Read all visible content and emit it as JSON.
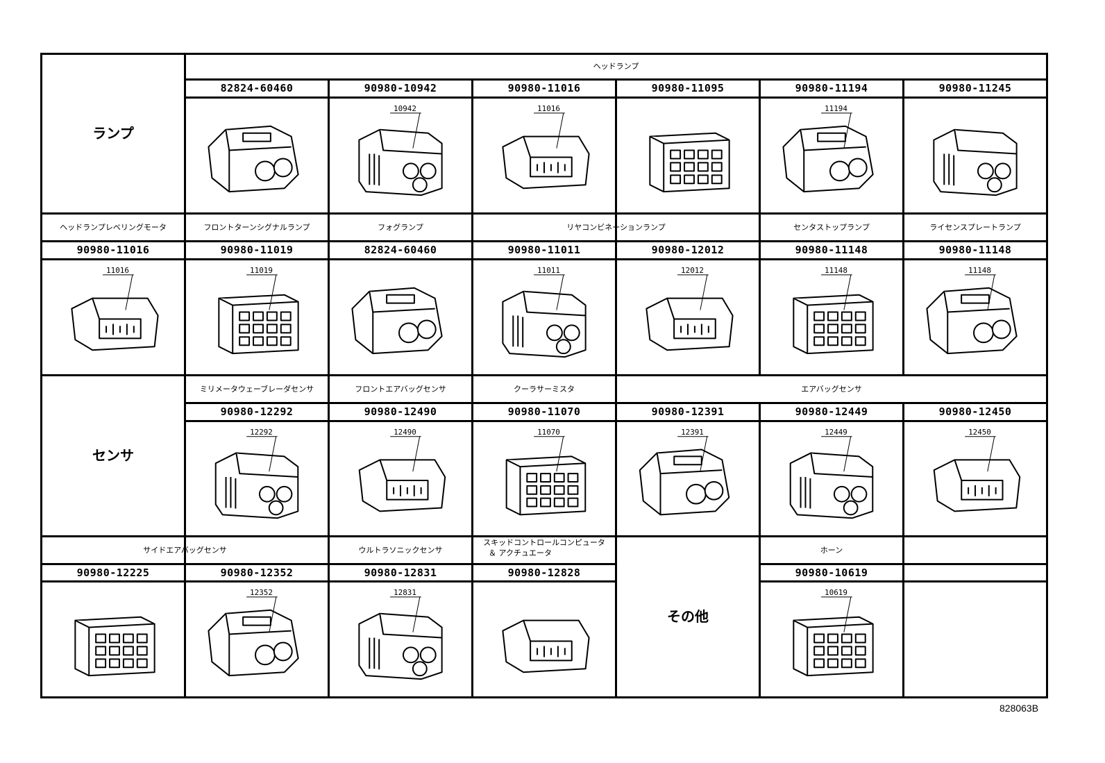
{
  "categories": {
    "lamp": "ランプ",
    "sensor": "センサ",
    "other": "その他"
  },
  "headers": {
    "headlamp": "ヘッドランプ",
    "headlamp_leveling_motor": "ヘッドランプレベリングモータ",
    "front_turn_signal_lamp": "フロントターンシグナルランプ",
    "fog_lamp": "フォグランプ",
    "rear_combination_lamp": "リヤコンビネーションランプ",
    "center_stop_lamp": "センタストップランプ",
    "license_plate_lamp": "ライセンスプレートランプ",
    "millimeter_wave_radar_sensor": "ミリメータウェーブレーダセンサ",
    "front_airbag_sensor": "フロントエアバッグセンサ",
    "cooler_thermistor": "クーラサーミスタ",
    "airbag_sensor": "エアバッグセンサ",
    "side_airbag_sensor": "サイドエアバッグセンサ",
    "ultrasonic_sensor": "ウルトラソニックセンサ",
    "skid_control_line1": "スキッドコントロールコンピュータ",
    "skid_control_line2": "＆ アクチュエータ",
    "horn": "ホーン"
  },
  "rows": [
    {
      "cells": [
        {
          "part": "82824-60460",
          "callout": ""
        },
        {
          "part": "90980-10942",
          "callout": "10942"
        },
        {
          "part": "90980-11016",
          "callout": "11016"
        },
        {
          "part": "90980-11095",
          "callout": ""
        },
        {
          "part": "90980-11194",
          "callout": "11194"
        },
        {
          "part": "90980-11245",
          "callout": ""
        }
      ]
    },
    {
      "cells": [
        {
          "part": "90980-11016",
          "callout": "11016"
        },
        {
          "part": "90980-11019",
          "callout": "11019"
        },
        {
          "part": "82824-60460",
          "callout": ""
        },
        {
          "part": "90980-11011",
          "callout": "11011"
        },
        {
          "part": "90980-12012",
          "callout": "12012"
        },
        {
          "part": "90980-11148",
          "callout": "11148"
        },
        {
          "part": "90980-11148",
          "callout": "11148"
        }
      ]
    },
    {
      "cells": [
        {
          "part": "90980-12292",
          "callout": "12292"
        },
        {
          "part": "90980-12490",
          "callout": "12490"
        },
        {
          "part": "90980-11070",
          "callout": "11070"
        },
        {
          "part": "90980-12391",
          "callout": "12391"
        },
        {
          "part": "90980-12449",
          "callout": "12449"
        },
        {
          "part": "90980-12450",
          "callout": "12450"
        }
      ]
    },
    {
      "cells": [
        {
          "part": "90980-12225",
          "callout": ""
        },
        {
          "part": "90980-12352",
          "callout": "12352"
        },
        {
          "part": "90980-12831",
          "callout": "12831"
        },
        {
          "part": "90980-12828",
          "callout": ""
        },
        {
          "part": "90980-10619",
          "callout": "10619"
        }
      ]
    }
  ],
  "figure_code": "828063B"
}
